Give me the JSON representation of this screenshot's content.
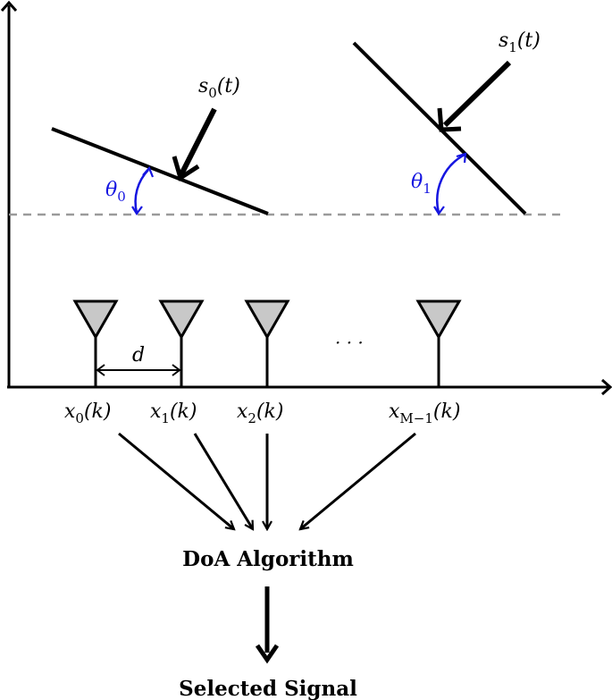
{
  "signals": [
    {
      "name": "s",
      "index": "0",
      "arg": "(t)"
    },
    {
      "name": "s",
      "index": "1",
      "arg": "(t)"
    }
  ],
  "angles": [
    {
      "name": "θ",
      "index": "0"
    },
    {
      "name": "θ",
      "index": "1"
    }
  ],
  "spacing_label": "d",
  "ellipsis": "· · ·",
  "sensor_outputs": [
    {
      "name": "x",
      "index": "0",
      "arg": "(k)"
    },
    {
      "name": "x",
      "index": "1",
      "arg": "(k)"
    },
    {
      "name": "x",
      "index": "2",
      "arg": "(k)"
    },
    {
      "name": "x",
      "index": "M−1",
      "arg": "(k)"
    }
  ],
  "algorithm_label": "DoA Algorithm",
  "output_label": "Selected Signal",
  "colors": {
    "line": "#000000",
    "angle": "#1515e0",
    "reference_dash": "#9a9a9a",
    "antenna_fill": "#c8c8c8"
  },
  "icons": {
    "antenna": "antenna-icon"
  }
}
